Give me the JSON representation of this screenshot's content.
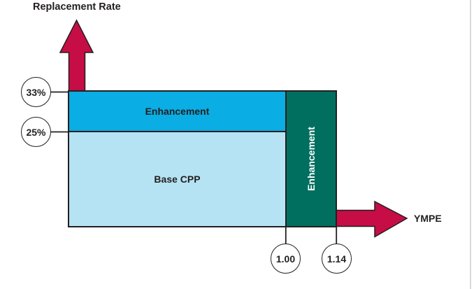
{
  "diagram": {
    "type": "schematic-axes-diagram",
    "y_axis": {
      "title": "Replacement Rate"
    },
    "x_axis": {
      "title": "YMPE"
    },
    "regions": {
      "top_band": {
        "label": "Enhancement",
        "y_from": "25%",
        "y_to": "33%",
        "x_from": "0",
        "x_to": "1.00"
      },
      "base": {
        "label": "Base CPP",
        "y_from": "0",
        "y_to": "25%",
        "x_from": "0",
        "x_to": "1.00"
      },
      "right_band": {
        "label": "Enhancement",
        "x_from": "1.00",
        "x_to": "1.14"
      }
    },
    "y_markers": [
      {
        "label": "33%"
      },
      {
        "label": "25%"
      }
    ],
    "x_markers": [
      {
        "label": "1.00"
      },
      {
        "label": "1.14"
      }
    ]
  },
  "colors": {
    "ink": "#231F20",
    "crimson": "#C60D45",
    "medium_blue": "#0AADE4",
    "light_blue": "#B5E3F4",
    "teal": "#006F60",
    "divider": "#D9D9D9"
  }
}
